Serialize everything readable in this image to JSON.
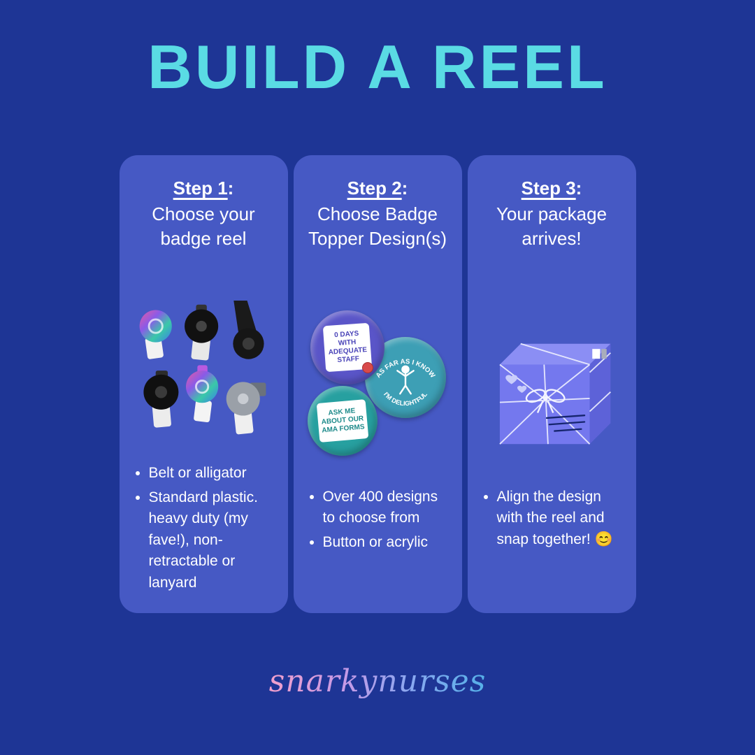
{
  "page": {
    "title": "BUILD A REEL",
    "footer": "snarkynurses"
  },
  "cards": [
    {
      "step": "Step 1",
      "suffix": ":",
      "subtitle": "Choose your badge reel",
      "bullets": [
        "Belt or alligator",
        "Standard plastic. heavy duty (my fave!), non-retractable or lanyard"
      ]
    },
    {
      "step": "Step 2",
      "suffix": ":",
      "subtitle": "Choose Badge Topper Design(s)",
      "badges": {
        "staff": "0 DAYS WITH ADEQUATE STAFF",
        "delightful_top": "AS FAR AS I KNOW",
        "delightful_bottom": "I'M  DELIGHTFUL",
        "ama": "ASK ME ABOUT OUR AMA FORMS"
      },
      "bullets": [
        "Over 400 designs to choose from",
        "Button or acrylic"
      ]
    },
    {
      "step": "Step 3",
      "suffix": ":",
      "subtitle": "Your package arrives!",
      "bullets": [
        "Align the design with the reel and snap together! 😊"
      ]
    }
  ],
  "colors": {
    "background": "#1e3595",
    "card": "#4659c4",
    "title": "#5adbe4"
  }
}
